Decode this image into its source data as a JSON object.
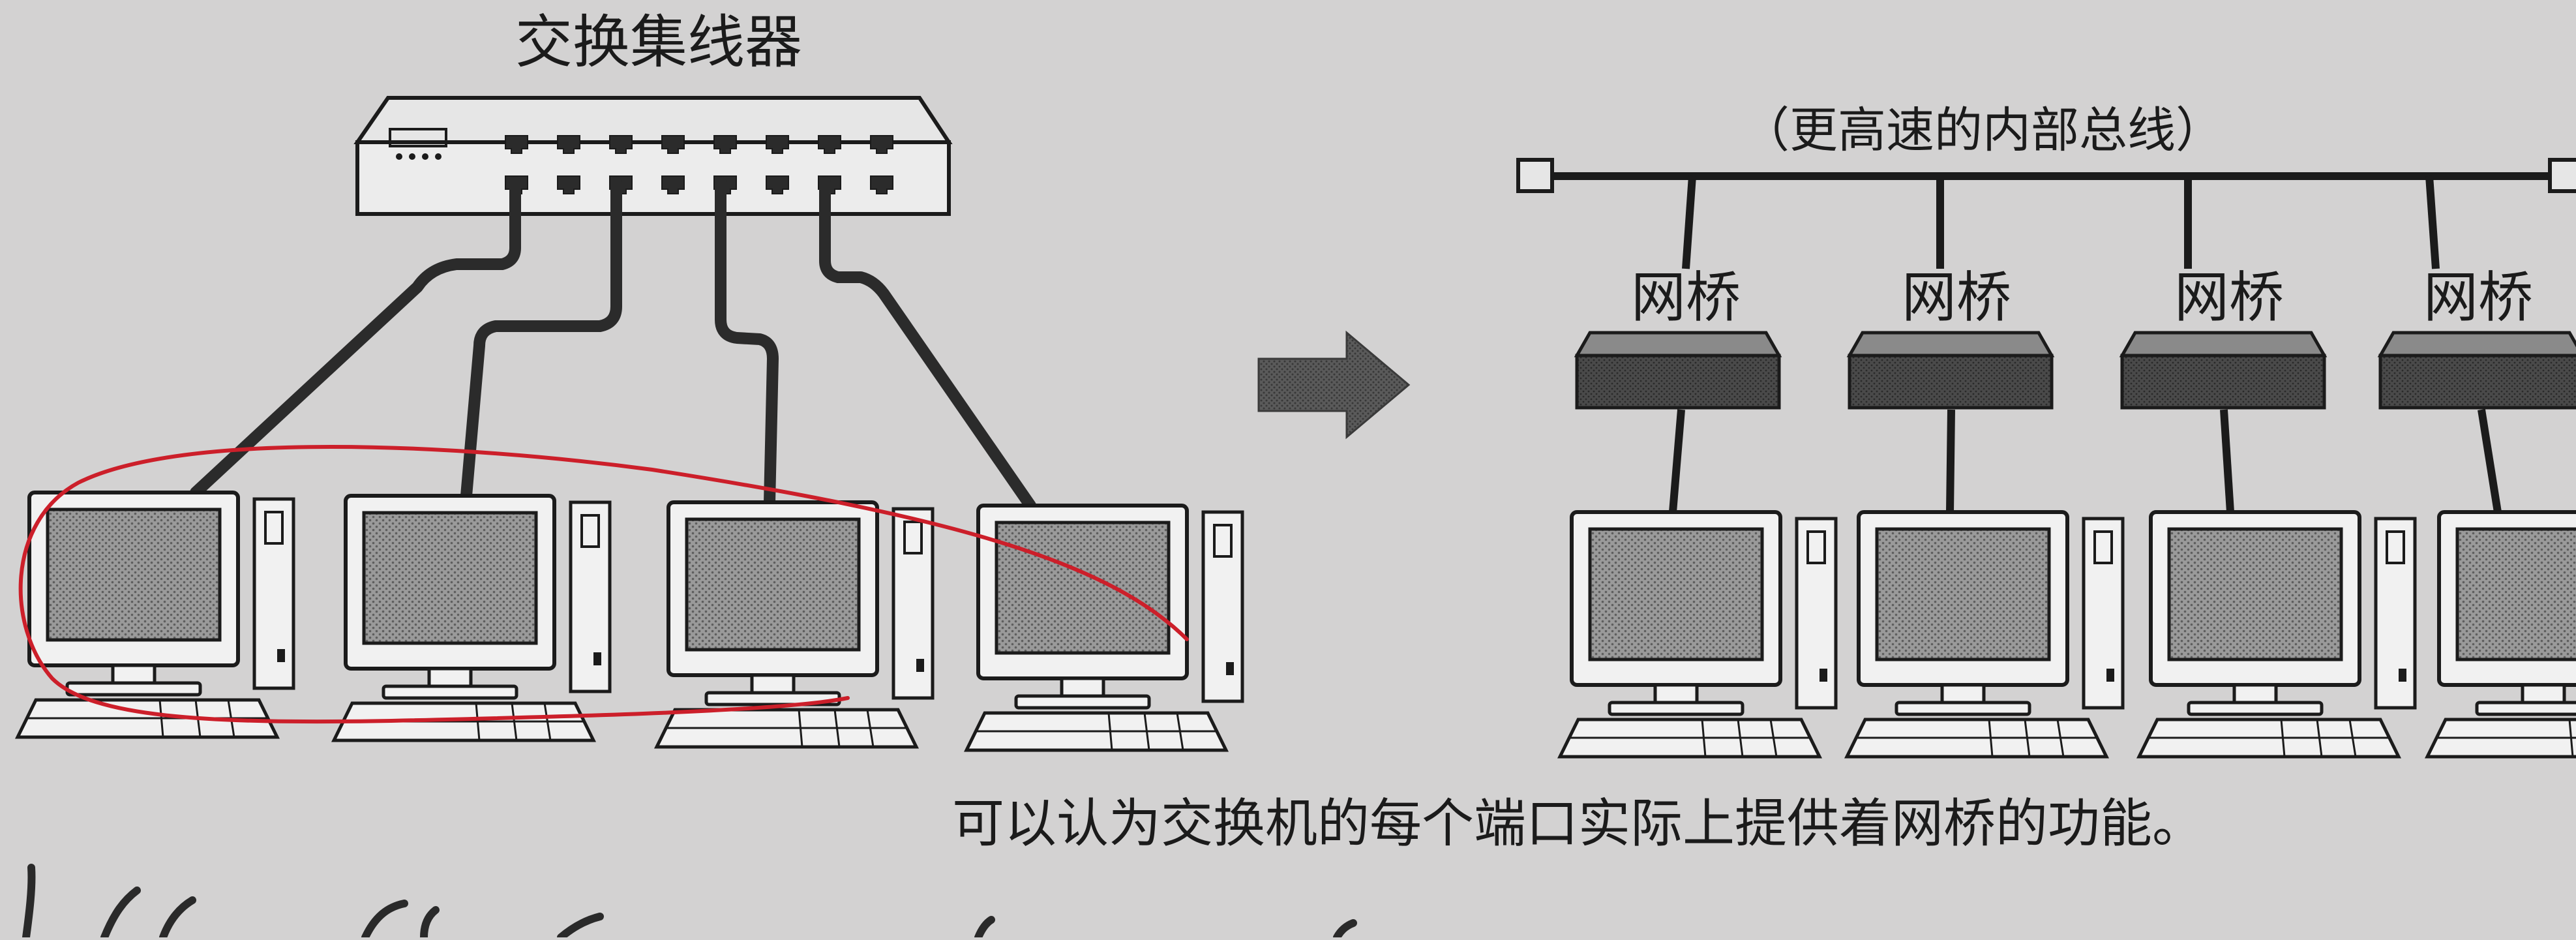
{
  "hub": {
    "label": "交换集线器"
  },
  "bus": {
    "label": "（更高速的内部总线）"
  },
  "bridges": [
    {
      "label": "网桥"
    },
    {
      "label": "网桥"
    },
    {
      "label": "网桥"
    },
    {
      "label": "网桥"
    }
  ],
  "caption": "可以认为交换机的每个端口实际上提供着网桥的功能。",
  "colors": {
    "paper": "#d3d2d2",
    "ink": "#1b1b1b",
    "annotation": "#cc1f2a"
  }
}
